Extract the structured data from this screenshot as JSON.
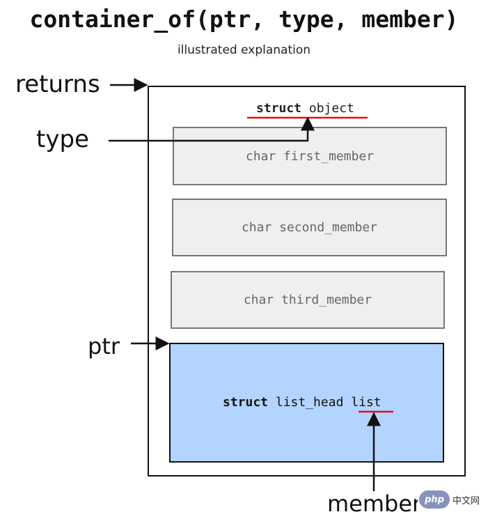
{
  "title": "container_of(ptr, type, member)",
  "subtitle": "illustrated explanation",
  "labels": {
    "returns": "returns",
    "type": "type",
    "ptr": "ptr",
    "member": "member"
  },
  "struct_object": {
    "keyword": "struct",
    "name": "object"
  },
  "members": [
    {
      "text": "char first_member"
    },
    {
      "text": "char second_member"
    },
    {
      "text": "char third_member"
    }
  ],
  "list_member": {
    "keyword": "struct",
    "type_name": "list_head",
    "field": "list"
  },
  "watermark": {
    "badge": "php",
    "site": "中文网"
  },
  "colors": {
    "underline": "#e01010",
    "list_fill": "#b3d4ff",
    "member_fill": "#efefef"
  }
}
